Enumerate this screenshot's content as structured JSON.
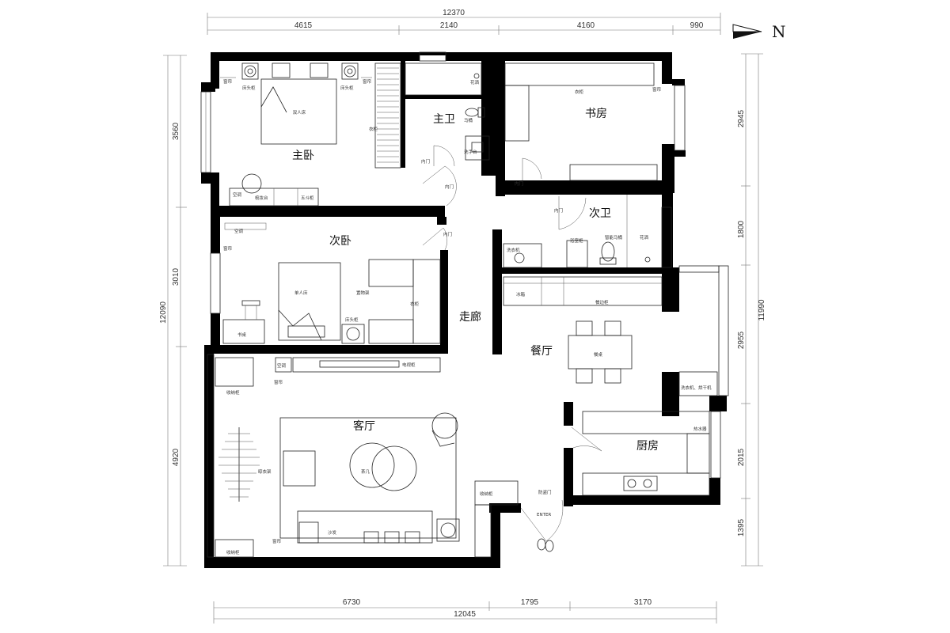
{
  "compass": {
    "label": "N"
  },
  "dims_top": {
    "total": "12370",
    "segments": [
      "4615",
      "2140",
      "4160",
      "990"
    ]
  },
  "dims_bottom": {
    "total": "12045",
    "segments": [
      "6730",
      "1795",
      "3170"
    ]
  },
  "dims_left": {
    "total": "12090",
    "segments": [
      "3560",
      "3010",
      "4920"
    ]
  },
  "dims_right": {
    "total": "11990",
    "segments": [
      "2945",
      "1800",
      "2955",
      "2015",
      "1395"
    ]
  },
  "rooms": {
    "master_bedroom": "主卧",
    "master_bath": "主卫",
    "study": "书房",
    "second_bath": "次卫",
    "second_bedroom": "次卧",
    "corridor": "走廊",
    "dining": "餐厅",
    "living": "客厅",
    "kitchen": "厨房"
  },
  "furniture": {
    "double_bed": "双人床",
    "nightstand": "床头柜",
    "curtain": "窗帘",
    "ac": "空调",
    "dresser": "梳妆台",
    "chest": "五斗柜",
    "wardrobe": "衣柜",
    "inner_door": "内门",
    "toilet": "马桶",
    "shower": "花洒",
    "washbasin": "洗手台",
    "single_bed": "单人床",
    "storage_shelf": "置物架",
    "desk": "书桌",
    "tv_cabinet": "电视柜",
    "storage_cabinet": "收纳柜",
    "cloak_rack": "晾衣架",
    "tea_table": "茶几",
    "sofa": "沙发",
    "dining_table": "餐桌",
    "sideboard": "餐边柜",
    "fridge": "冰箱",
    "water_heater": "热水器",
    "washer": "洗衣机",
    "security_door": "防盗门",
    "entry_mark": "ENTER",
    "smart_toilet": "智能马桶",
    "bath_cabinet": "浴室柜",
    "wash_area": "洗衣机、烘干机"
  }
}
